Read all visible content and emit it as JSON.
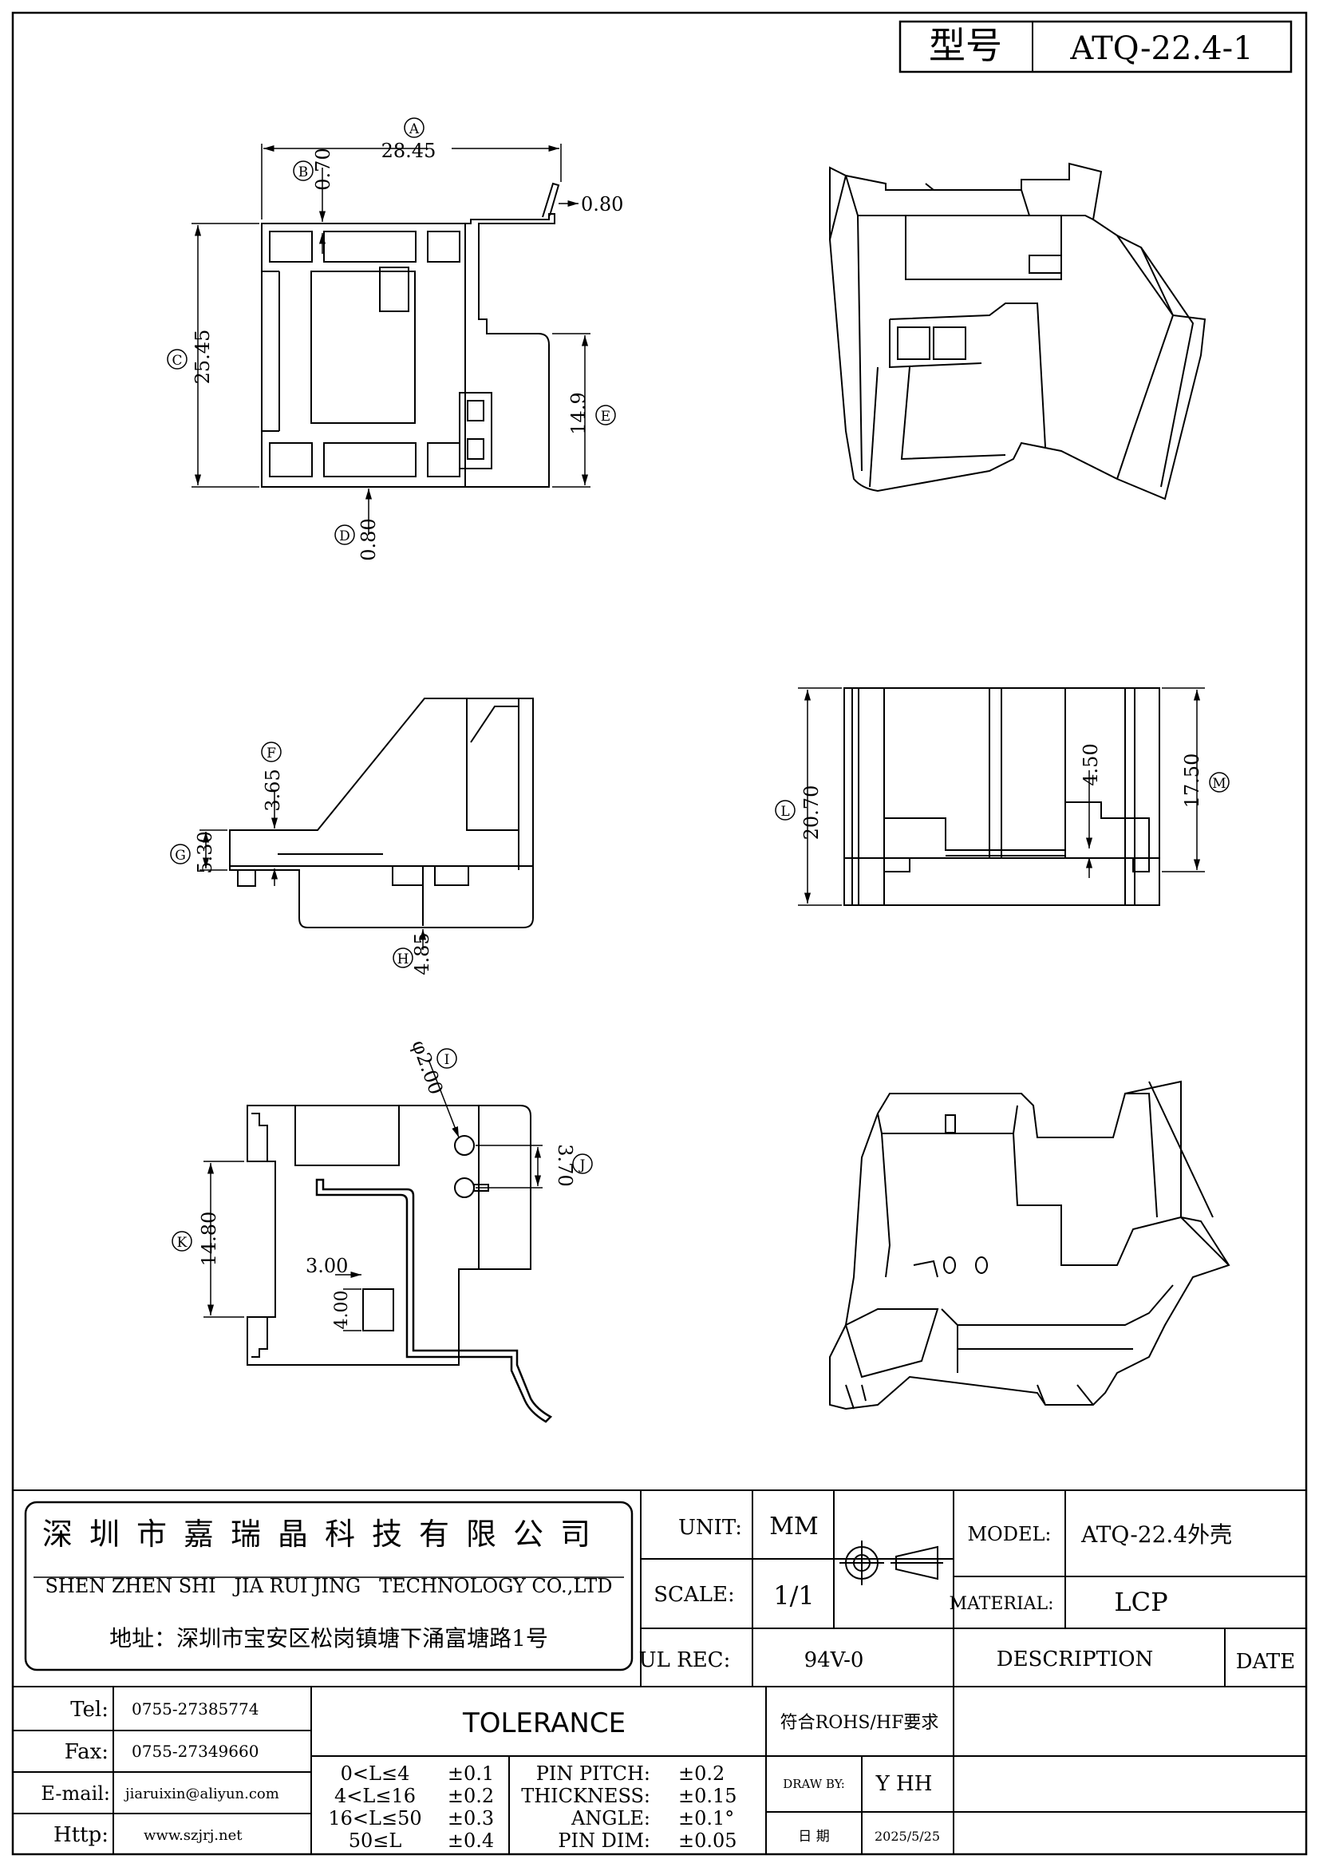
{
  "model_box": {
    "label": "型号",
    "value": "ATQ-22.4-1"
  },
  "dimensions": {
    "A": "28.45",
    "B": "0.70",
    "C": "25.45",
    "D": "0.80",
    "E": "14.9",
    "pin_width": "0.80",
    "F": "3.65",
    "G": "5.30",
    "H": "4.85",
    "L": "20.70",
    "M": "17.50",
    "side_step": "4.50",
    "I": "φ2.00",
    "J": "3.70",
    "K": "14.80",
    "slot_w": "3.00",
    "slot_h": "4.00"
  },
  "markers": {
    "A": "A",
    "B": "B",
    "C": "C",
    "D": "D",
    "E": "E",
    "F": "F",
    "G": "G",
    "H": "H",
    "I": "I",
    "J": "J",
    "K": "K",
    "L": "L",
    "M": "M"
  },
  "company": {
    "name_cn": [
      "深",
      "圳",
      "市",
      "嘉",
      "瑞",
      "晶",
      "科",
      "技",
      "有",
      "限",
      "公",
      "司"
    ],
    "name_en": "SHEN ZHEN SHI   JIA RUI JING   TECHNOLOGY CO.,LTD",
    "address": "地址：深圳市宝安区松岗镇塘下涌富塘路1号"
  },
  "contact": {
    "tel_label": "Tel:",
    "tel": "0755-27385774",
    "fax_label": "Fax:",
    "fax": "0755-27349660",
    "email_label": "E-mail:",
    "email": "jiaruixin@aliyun.com",
    "http_label": "Http:",
    "http": "www.szjrj.net"
  },
  "spec": {
    "unit_label": "UNIT:",
    "unit": "MM",
    "scale_label": "SCALE:",
    "scale": "1/1",
    "ul_label": "UL REC:",
    "ul": "94V-0",
    "model_label": "MODEL:",
    "model": "ATQ-22.4外壳",
    "material_label": "MATERIAL:",
    "material": "LCP",
    "description_label": "DESCRIPTION",
    "date_label": "DATE",
    "rohs": "符合ROHS/HF要求",
    "draw_by_label": "DRAW BY:",
    "draw_by": "Y HH",
    "date_cn_label": "日 期",
    "date": "2025/5/25"
  },
  "tolerance": {
    "title": "TOLERANCE",
    "ranges": [
      {
        "range": "0<L≤4",
        "tol": "±0.1"
      },
      {
        "range": "4<L≤16",
        "tol": "±0.2"
      },
      {
        "range": "16<L≤50",
        "tol": "±0.3"
      },
      {
        "range": "50≤L",
        "tol": "±0.4"
      }
    ],
    "params": [
      {
        "name": "PIN PITCH:",
        "tol": "±0.2"
      },
      {
        "name": "THICKNESS:",
        "tol": "±0.15"
      },
      {
        "name": "ANGLE:",
        "tol": "±0.1°"
      },
      {
        "name": "PIN DIM:",
        "tol": "±0.05"
      }
    ]
  }
}
